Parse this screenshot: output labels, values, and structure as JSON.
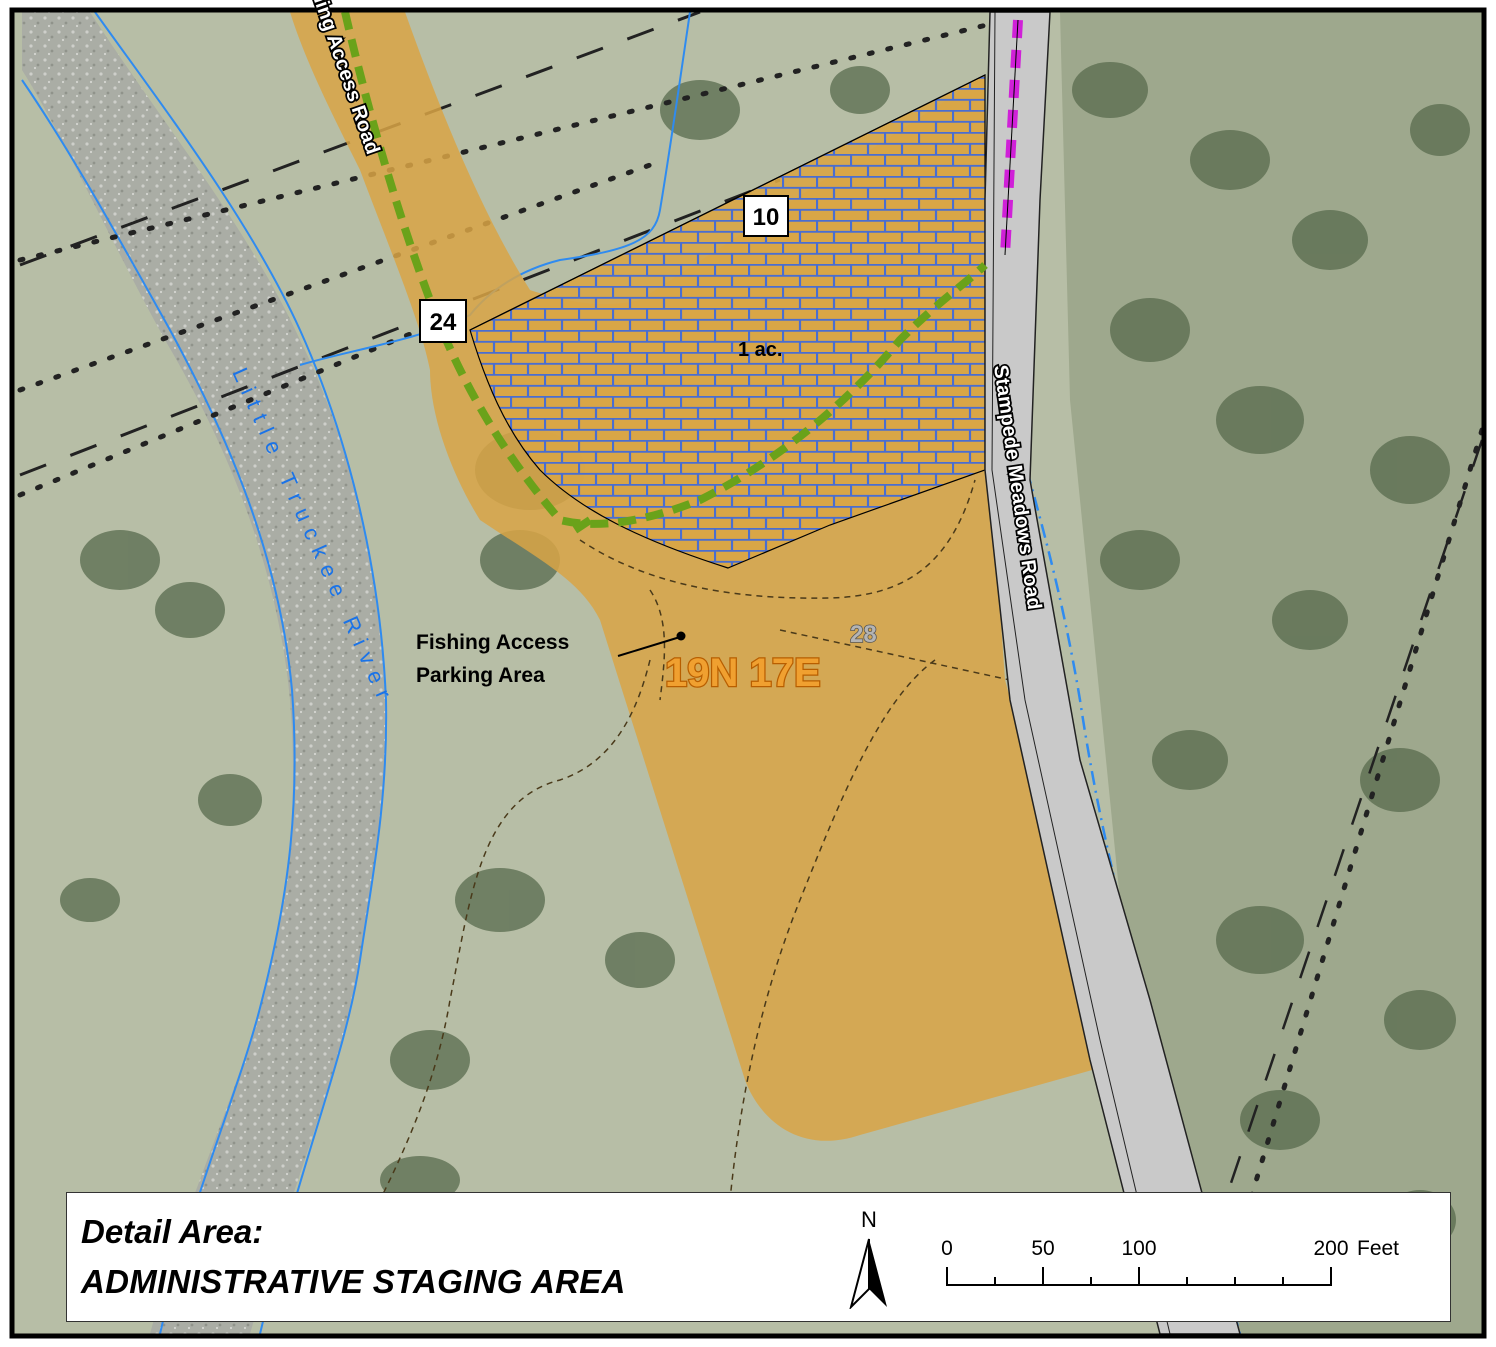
{
  "map": {
    "river_label": "Little Truckee River",
    "road_left_label": "Fishing Access Road",
    "road_right_label": "Stampede Meadows Road",
    "area_label": "1 ac.",
    "parking_label_line1": "Fishing Access",
    "parking_label_line2": "Parking Area",
    "township_label": "19N 17E",
    "section_numbers": {
      "upper": "10",
      "left": "24",
      "lower": "28"
    }
  },
  "legend": {
    "title_line1": "Detail Area:",
    "title_line2": "ADMINISTRATIVE STAGING AREA",
    "north_label": "N",
    "scale_ticks": [
      "0",
      "50",
      "100",
      "200"
    ],
    "scale_unit": "Feet"
  },
  "colors": {
    "terrain": "#b7bea6",
    "forest": "#586b4e",
    "staging_area": "#d9a545",
    "hatch": "#4a6ed0",
    "trail_green": "#6aa21a",
    "route_magenta": "#d020d8",
    "water_line": "#2f8bf0",
    "road_fill": "#c9c9c9"
  }
}
